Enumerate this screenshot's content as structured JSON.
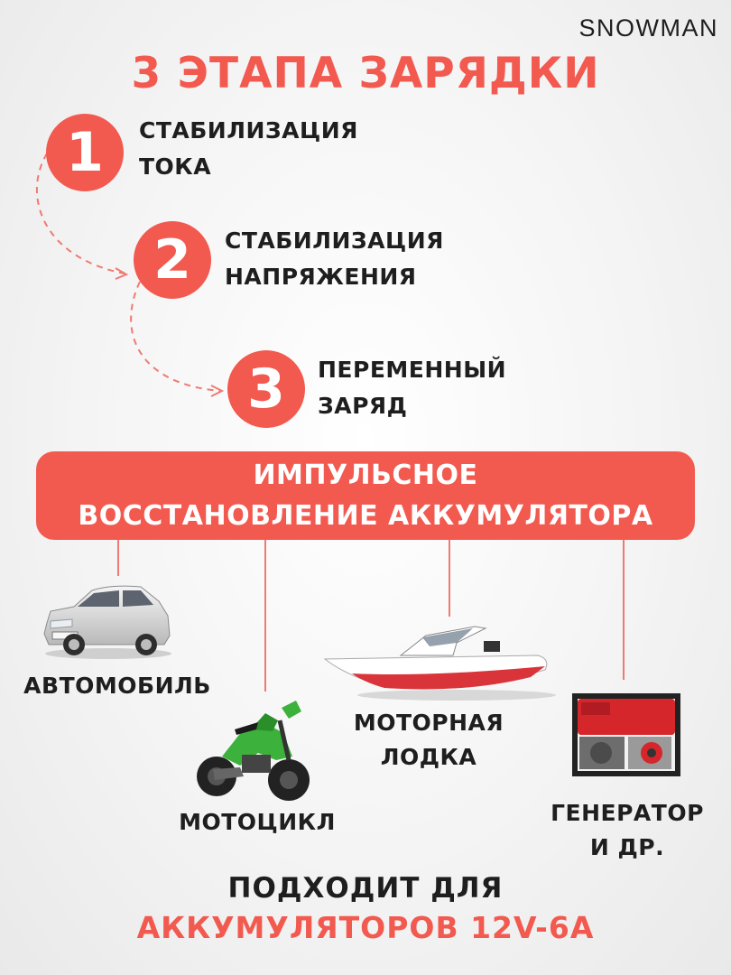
{
  "brand": "SNOWMAN",
  "title": "3 ЭТАПА ЗАРЯДКИ",
  "steps": [
    {
      "number": "1",
      "line1": "СТАБИЛИЗАЦИЯ",
      "line2": "ТОКА"
    },
    {
      "number": "2",
      "line1": "СТАБИЛИЗАЦИЯ",
      "line2": "НАПРЯЖЕНИЯ"
    },
    {
      "number": "3",
      "line1": "ПЕРЕМЕННЫЙ",
      "line2": "ЗАРЯД"
    }
  ],
  "banner": {
    "line1": "ИМПУЛЬСНОЕ",
    "line2": "ВОССТАНОВЛЕНИЕ АККУМУЛЯТОРА"
  },
  "applications": {
    "car": "АВТОМОБИЛЬ",
    "motorcycle": "МОТОЦИКЛ",
    "boat_line1": "МОТОРНАЯ",
    "boat_line2": "ЛОДКА",
    "generator_line1": "ГЕНЕРАТОР",
    "generator_line2": "И ДР."
  },
  "footer": {
    "line1": "ПОДХОДИТ ДЛЯ",
    "line2": "АККУМУЛЯТОРОВ 12V-6A"
  },
  "colors": {
    "accent": "#f2594f",
    "text": "#1e1e1e",
    "connector": "#f07a72"
  },
  "icons": [
    "car-image",
    "motorcycle-image",
    "boat-image",
    "generator-image"
  ]
}
